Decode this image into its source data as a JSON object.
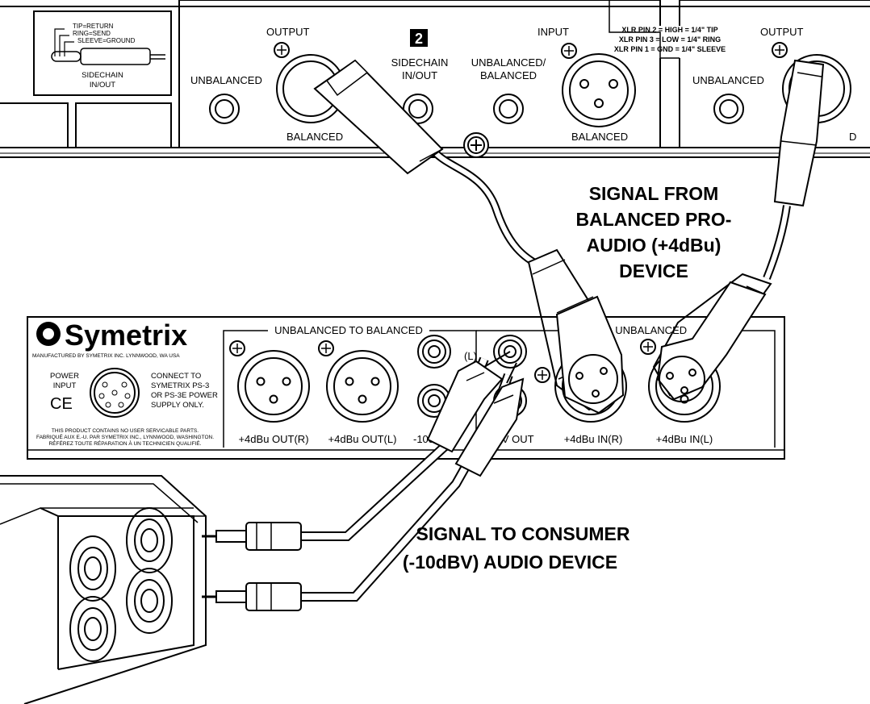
{
  "colors": {
    "line": "#000000",
    "background": "#ffffff",
    "badge": "#000000",
    "badge_text": "#ffffff"
  },
  "top_device": {
    "sidechain_legend": {
      "tip": "TIP=RETURN",
      "ring": "RING=SEND",
      "sleeve": "SLEEVE=GROUND",
      "title_line1": "SIDECHAIN",
      "title_line2": "IN/OUT"
    },
    "channel_badge": "2",
    "output_label": "OUTPUT",
    "output_label_right": "OUTPUT",
    "input_label": "INPUT",
    "unbalanced_label": "UNBALANCED",
    "unbalanced_label_right": "UNBALANCED",
    "balanced_label": "BALANCED",
    "balanced_label_input": "BALANCED",
    "balanced_label_right_partial": "D",
    "sidechain_line1": "SIDECHAIN",
    "sidechain_line2": "IN/OUT",
    "unbal_bal_line1": "UNBALANCED/",
    "unbal_bal_line2": "BALANCED",
    "xlr_notes": [
      "XLR PIN 2 = HIGH = 1/4\" TIP",
      "XLR PIN 3 = LOW = 1/4\" RING",
      "XLR PIN 1 = GND = 1/4\" SLEEVE"
    ]
  },
  "callouts": {
    "signal_from": [
      "SIGNAL FROM",
      "BALANCED PRO-",
      "AUDIO (+4dBu)",
      "DEVICE"
    ],
    "signal_to": [
      "SIGNAL TO CONSUMER",
      "(-10dBV) AUDIO DEVICE"
    ]
  },
  "symetrix_box": {
    "brand": "Symetrix",
    "manufactured_by": "MANUFACTURED BY SYMETRIX INC. LYNNWOOD, WA USA",
    "power_input_line1": "POWER",
    "power_input_line2": "INPUT",
    "ce_mark": "CE",
    "connect_text": [
      "CONNECT TO",
      "SYMETRIX PS-3",
      "OR PS-3E POWER",
      "SUPPLY ONLY."
    ],
    "disclaimer": [
      "THIS PRODUCT CONTAINS NO USER SERVICABLE PARTS.",
      "FABRIQUÉ AUX E.-U. PAR SYMETRIX INC., LYNNWOOD, WASHINGTON.",
      "RÉFÉREZ TOUTE RÉPARATION À UN TECHNICIEN QUALIFIÉ."
    ],
    "section_unbal_to_bal": "UNBALANCED TO BALANCED",
    "section_to_unbal": "TO UNBALANCED",
    "rca_channel_label": "(L)",
    "labels": {
      "out_r": "+4dBu OUT(R)",
      "out_l": "+4dBu OUT(L)",
      "dbv_in": "-10dBV",
      "dbv_out": "dBV OUT",
      "in_r": "+4dBu IN(R)",
      "in_l": "+4dBu IN(L)"
    }
  }
}
